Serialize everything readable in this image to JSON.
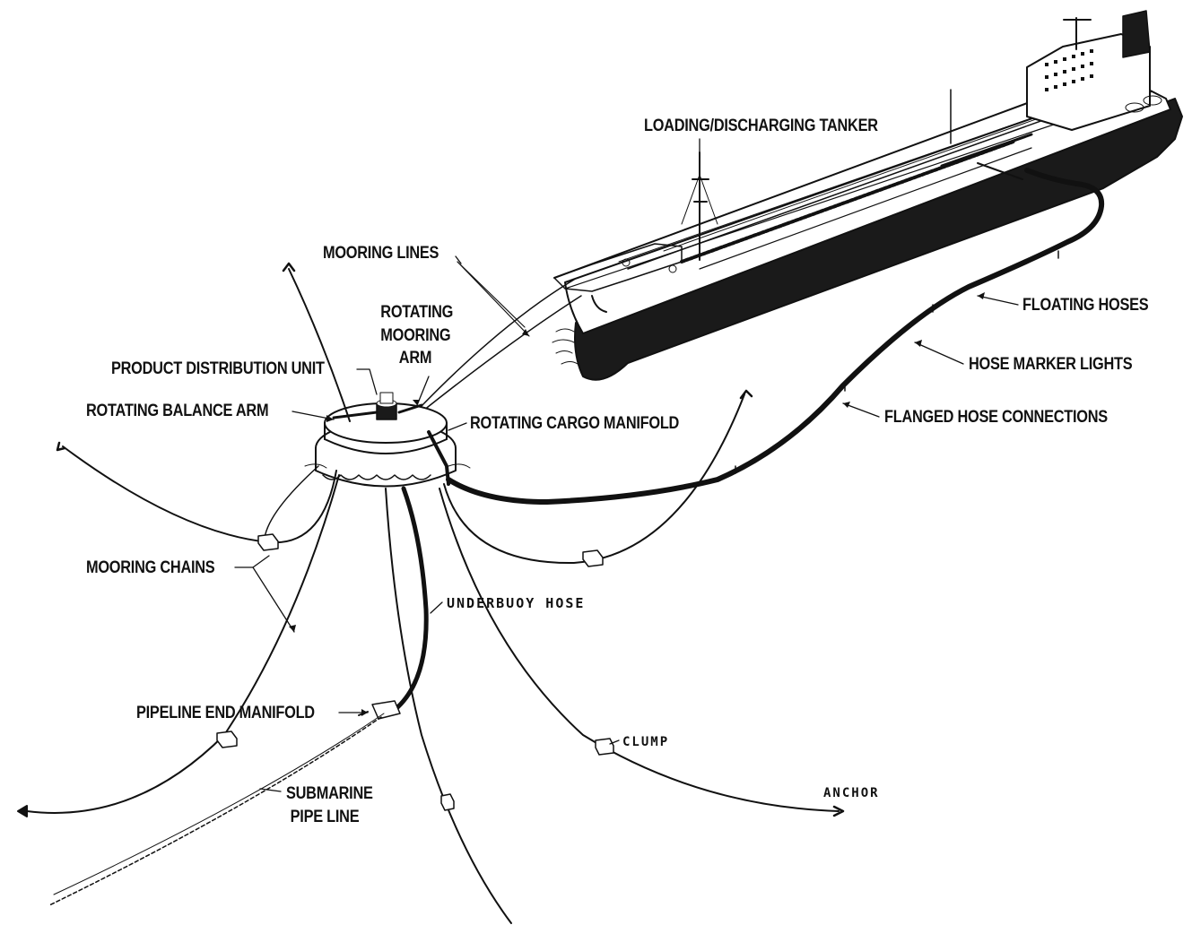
{
  "diagram": {
    "labels": {
      "tanker": "LOADING/DISCHARGING TANKER",
      "mooring_lines": "MOORING LINES",
      "rotating_mooring_arm": [
        "ROTATING",
        "MOORING",
        "ARM"
      ],
      "product_distribution_unit": "PRODUCT DISTRIBUTION UNIT",
      "rotating_balance_arm": "ROTATING BALANCE ARM",
      "rotating_cargo_manifold": "ROTATING CARGO MANIFOLD",
      "floating_hoses": "FLOATING HOSES",
      "hose_marker_lights": "HOSE MARKER LIGHTS",
      "flanged_hose_connections": "FLANGED HOSE CONNECTIONS",
      "mooring_chains": "MOORING CHAINS",
      "underbuoy_hose": "UNDERBUOY HOSE",
      "pipeline_end_manifold": "PIPELINE END MANIFOLD",
      "clump": "CLUMP",
      "anchor": "ANCHOR",
      "submarine_pipe_line": [
        "SUBMARINE",
        "PIPE LINE"
      ]
    },
    "colors": {
      "ink": "#111111",
      "background": "#ffffff",
      "hull": "#1a1a1a"
    }
  }
}
